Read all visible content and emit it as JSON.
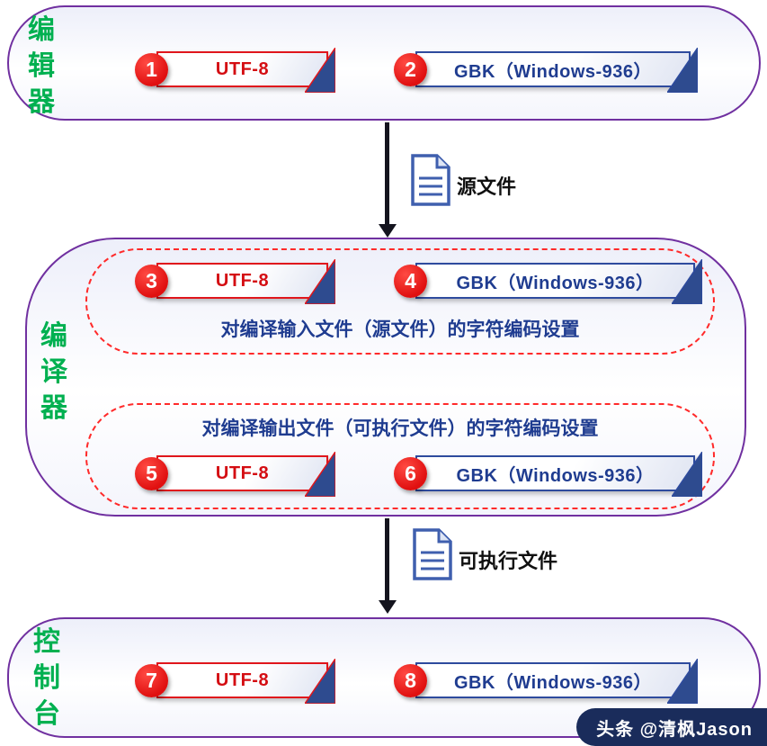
{
  "colors": {
    "section_label_green": "#00B050",
    "panel_border_purple": "#7030A0",
    "badge_red": "#E01010",
    "utf8_red": "#D40D12",
    "gbk_blue": "#1F3C90",
    "fold_navy": "#2E4B8F",
    "dashed_red": "#FF2A2A",
    "watermark_bg": "#1A2C5B"
  },
  "sections": {
    "editor": {
      "label": "编辑器"
    },
    "compiler": {
      "label": "编译器"
    },
    "console": {
      "label": "控制台"
    }
  },
  "encodings": [
    {
      "num": "1",
      "label": "UTF-8"
    },
    {
      "num": "2",
      "label": "GBK（Windows-936）"
    },
    {
      "num": "3",
      "label": "UTF-8"
    },
    {
      "num": "4",
      "label": "GBK（Windows-936）"
    },
    {
      "num": "5",
      "label": "UTF-8"
    },
    {
      "num": "6",
      "label": "GBK（Windows-936）"
    },
    {
      "num": "7",
      "label": "UTF-8"
    },
    {
      "num": "8",
      "label": "GBK（Windows-936）"
    }
  ],
  "captions": {
    "input": "对编译输入文件（源文件）的字符编码设置",
    "output": "对编译输出文件（可执行文件）的字符编码设置"
  },
  "flow": {
    "source_label": "源文件",
    "executable_label": "可执行文件"
  },
  "watermark": "头条 @清枫Jason"
}
